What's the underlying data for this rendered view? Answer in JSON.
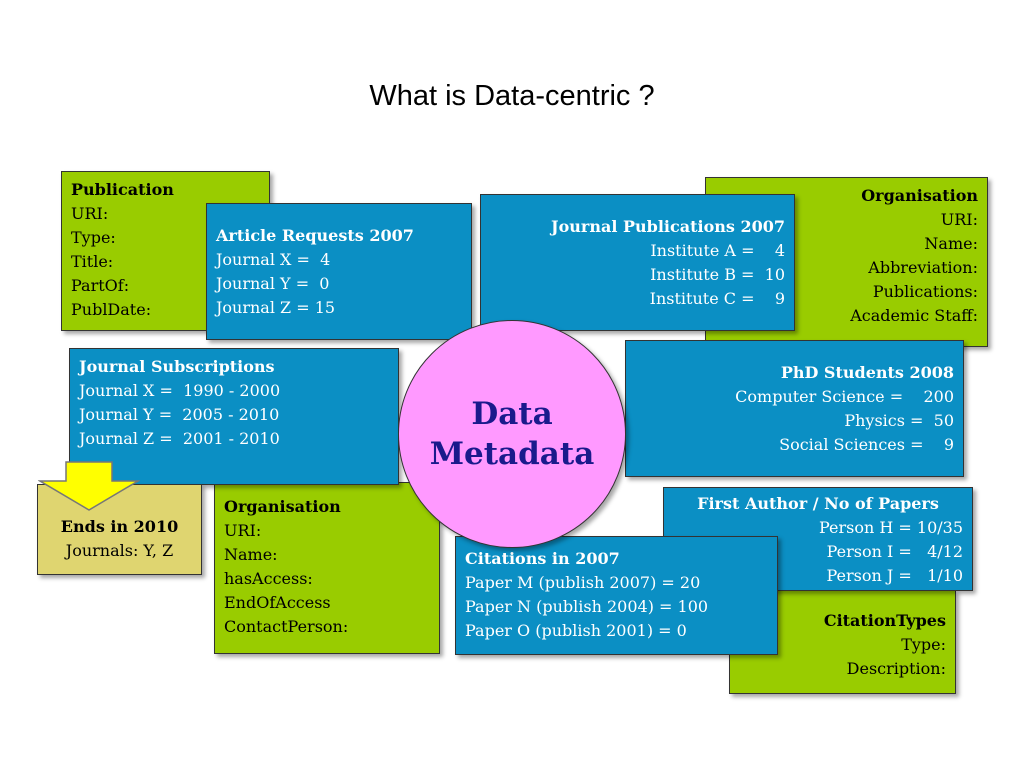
{
  "title": "What is Data-centric ?",
  "circle": {
    "line1": "Data",
    "line2": "Metadata"
  },
  "publication": {
    "heading": "Publication",
    "lines": [
      "URI:",
      "Type:",
      "Title:",
      "PartOf:",
      "PublDate:"
    ]
  },
  "article_requests": {
    "heading": "Article Requests 2007",
    "lines": [
      "Journal X =  4",
      "Journal Y =  0",
      "Journal Z = 15"
    ]
  },
  "journal_publications": {
    "heading": "Journal Publications 2007",
    "lines": [
      "Institute A =    4",
      "Institute B =  10",
      "Institute C =    9"
    ]
  },
  "organisation_top": {
    "heading": "Organisation",
    "lines": [
      "URI:",
      "Name:",
      "Abbreviation:",
      "Publications:",
      "Academic Staff:"
    ]
  },
  "journal_subscriptions": {
    "heading": "Journal Subscriptions",
    "lines": [
      "Journal X =  1990 - 2000",
      "Journal Y =  2005 - 2010",
      "Journal Z =  2001 - 2010"
    ]
  },
  "phd_students": {
    "heading": "PhD Students 2008",
    "lines": [
      "Computer Science =    200",
      "Physics =  50",
      "Social Sciences =    9"
    ]
  },
  "ends_in": {
    "heading": "Ends in 2010",
    "lines": [
      "Journals: Y, Z"
    ]
  },
  "organisation_bottom": {
    "heading": "Organisation",
    "lines": [
      "URI:",
      "Name:",
      "hasAccess:",
      "EndOfAccess",
      "ContactPerson:"
    ]
  },
  "first_author": {
    "heading": "First Author / No of Papers",
    "lines": [
      "Person H = 10/35",
      "Person I =   4/12",
      "Person J =   1/10"
    ]
  },
  "citations": {
    "heading": "Citations in 2007",
    "lines": [
      "Paper M (publish 2007) = 20",
      "Paper N (publish 2004) = 100",
      "Paper O (publish 2001) = 0"
    ]
  },
  "citation_types": {
    "heading": "CitationTypes",
    "lines": [
      "Type:",
      "Description:"
    ]
  },
  "colors": {
    "green": "#99cc00",
    "blue": "#0b8fc4",
    "khaki": "#dfd570",
    "pink": "#ff99ff",
    "arrow": "#ffff00"
  }
}
